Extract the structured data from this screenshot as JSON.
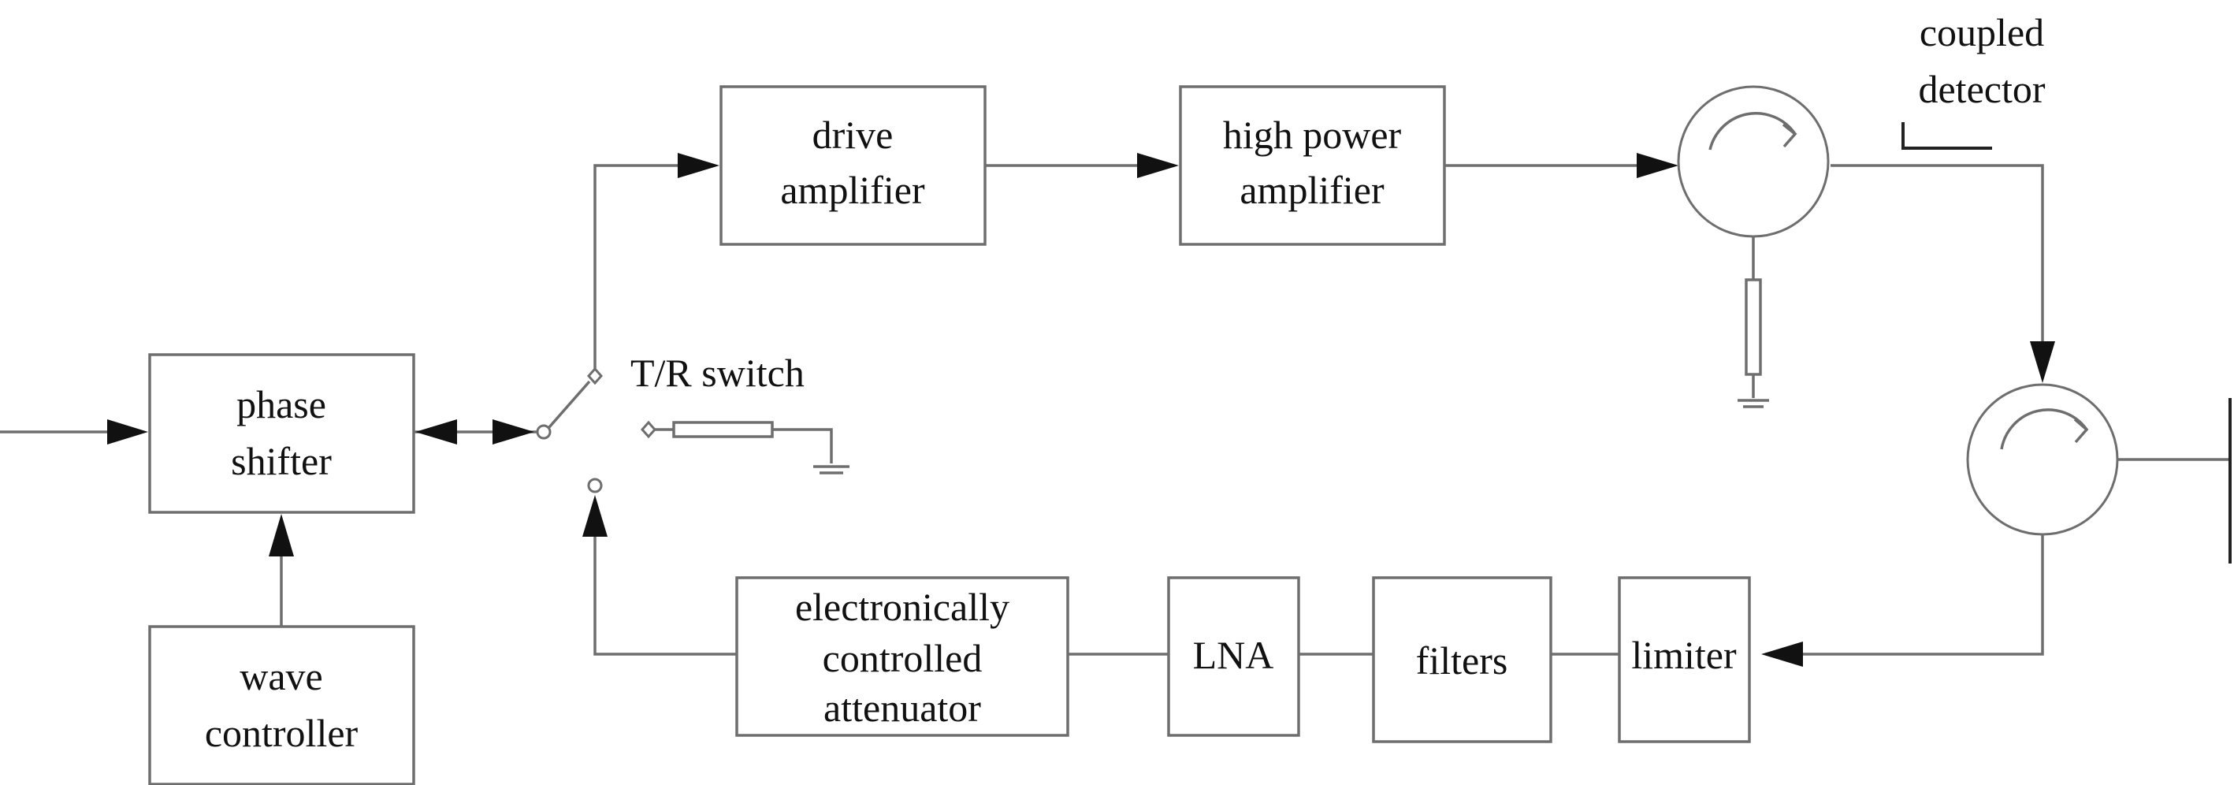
{
  "blocks": {
    "phase_shifter": [
      "phase",
      "shifter"
    ],
    "wave_controller": [
      "wave",
      "controller"
    ],
    "drive_amplifier": [
      "drive",
      "amplifier"
    ],
    "high_power_amplifier": [
      "high power",
      "amplifier"
    ],
    "electronically_controlled_attenuator": [
      "electronically",
      "controlled",
      "attenuator"
    ],
    "lna": "LNA",
    "filters": "filters",
    "limiter": "limiter"
  },
  "labels": {
    "tr_switch": "T/R switch",
    "coupled_detector": [
      "coupled",
      "detector"
    ]
  }
}
